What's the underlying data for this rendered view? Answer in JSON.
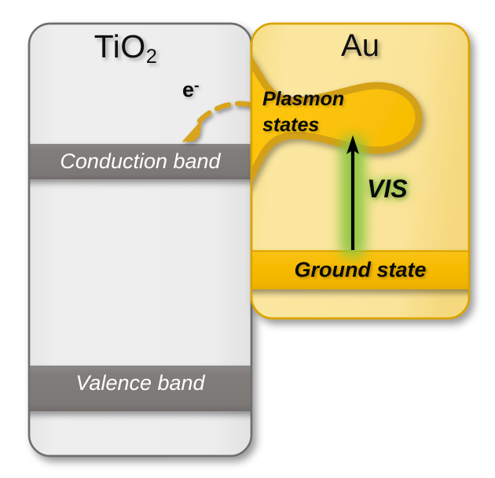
{
  "diagram": {
    "title_semiconductor": "TiO",
    "title_semiconductor_sub": "2",
    "title_metal": "Au",
    "conduction_band_label": "Conduction band",
    "valence_band_label": "Valence band",
    "electron_label": "e",
    "electron_charge": "-",
    "plasmon_label_line1": "Plasmon",
    "plasmon_label_line2": "states",
    "excitation_label": "VIS",
    "ground_state_label": "Ground state",
    "colors": {
      "semiconductor_fill": "#ececec",
      "semiconductor_border": "#6e6e6e",
      "band_gray": "#7e7b79",
      "metal_fill": "#fae49a",
      "metal_border": "#d9a400",
      "plasmon_fill": "#fbc10b",
      "plasmon_outline": "#d4a017",
      "ground_state_fill": "#f5b905",
      "electron_arrow": "#d8a41e",
      "excitation_glow": "#8dc63f",
      "excitation_arrow": "#000000",
      "label_white": "#ffffff",
      "label_black": "#0a0a0a"
    }
  }
}
